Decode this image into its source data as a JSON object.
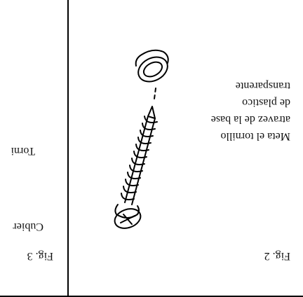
{
  "panel_fig2": {
    "figure_label": "Fig. 2",
    "instruction_lines": [
      "Meta el tornillo",
      "atravez de la base",
      "de plastico",
      "transparente"
    ],
    "illustration_icon": "screw-and-washer"
  },
  "panel_fig3": {
    "figure_label": "Fig. 3",
    "label_top": "Cubier",
    "label_bottom": "Torni"
  }
}
